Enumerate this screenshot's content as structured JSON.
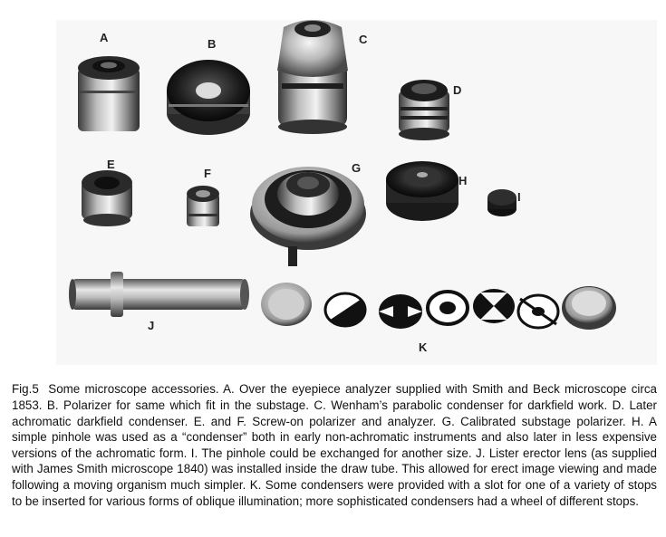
{
  "figure": {
    "labels": {
      "A": "A",
      "B": "B",
      "C": "C",
      "D": "D",
      "E": "E",
      "F": "F",
      "G": "G",
      "H": "H",
      "I": "I",
      "J": "J",
      "K": "K"
    }
  },
  "caption": {
    "figure_number": "Fig.5",
    "text": "Some microscope accessories.  A. Over the eyepiece analyzer supplied with Smith and Beck microscope circa 1853.  B. Polarizer for same which fit in the substage.  C. Wenham’s parabolic condenser for darkfield work.  D. Later achromatic darkfield condenser.  E. and F. Screw-on polarizer and analyzer.  G. Calibrated substage polarizer.  H. A simple pinhole was used as a “condenser” both in early non-achromatic instruments and also later in less expensive versions of the achromatic form.  I. The pinhole could be exchanged for another size.  J. Lister erector lens (as supplied with James Smith microscope 1840) was installed inside the draw tube.  This allowed for erect image viewing and made following a moving organism much simpler.  K. Some condensers were provided with a slot for one of a variety of stops to be inserted for various forms of oblique illumination; more sophisticated condensers had a wheel of different stops."
  }
}
